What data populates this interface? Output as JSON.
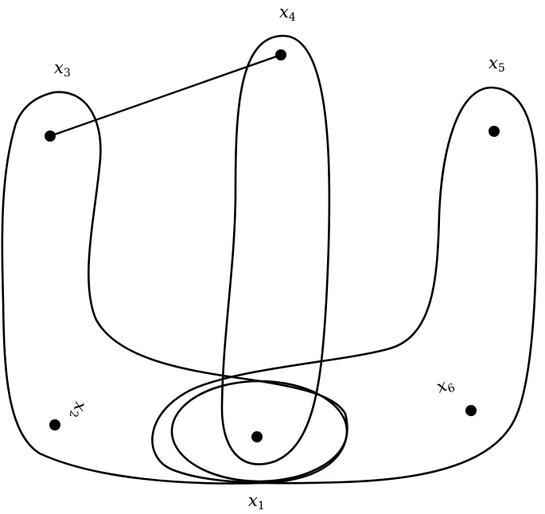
{
  "diagram": {
    "type": "hypergraph",
    "vertices": [
      {
        "id": "x1",
        "label": "x",
        "sub": "1"
      },
      {
        "id": "x2",
        "label": "x",
        "sub": "2"
      },
      {
        "id": "x3",
        "label": "x",
        "sub": "3"
      },
      {
        "id": "x4",
        "label": "x",
        "sub": "4"
      },
      {
        "id": "x5",
        "label": "x",
        "sub": "5"
      },
      {
        "id": "x6",
        "label": "x",
        "sub": "6"
      }
    ],
    "edges": [
      {
        "from": "x3",
        "to": "x4"
      }
    ],
    "hyperedges": [
      {
        "id": "e-x1-x2-x3",
        "members": [
          "x1",
          "x2",
          "x3"
        ]
      },
      {
        "id": "e-x1-x4",
        "members": [
          "x1",
          "x4"
        ]
      },
      {
        "id": "e-x1-x5-x6",
        "members": [
          "x1",
          "x5",
          "x6"
        ]
      },
      {
        "id": "e-x1",
        "members": [
          "x1"
        ]
      }
    ],
    "colors": {
      "stroke": "#000000",
      "vertex": "#000000",
      "background": "#ffffff"
    }
  }
}
